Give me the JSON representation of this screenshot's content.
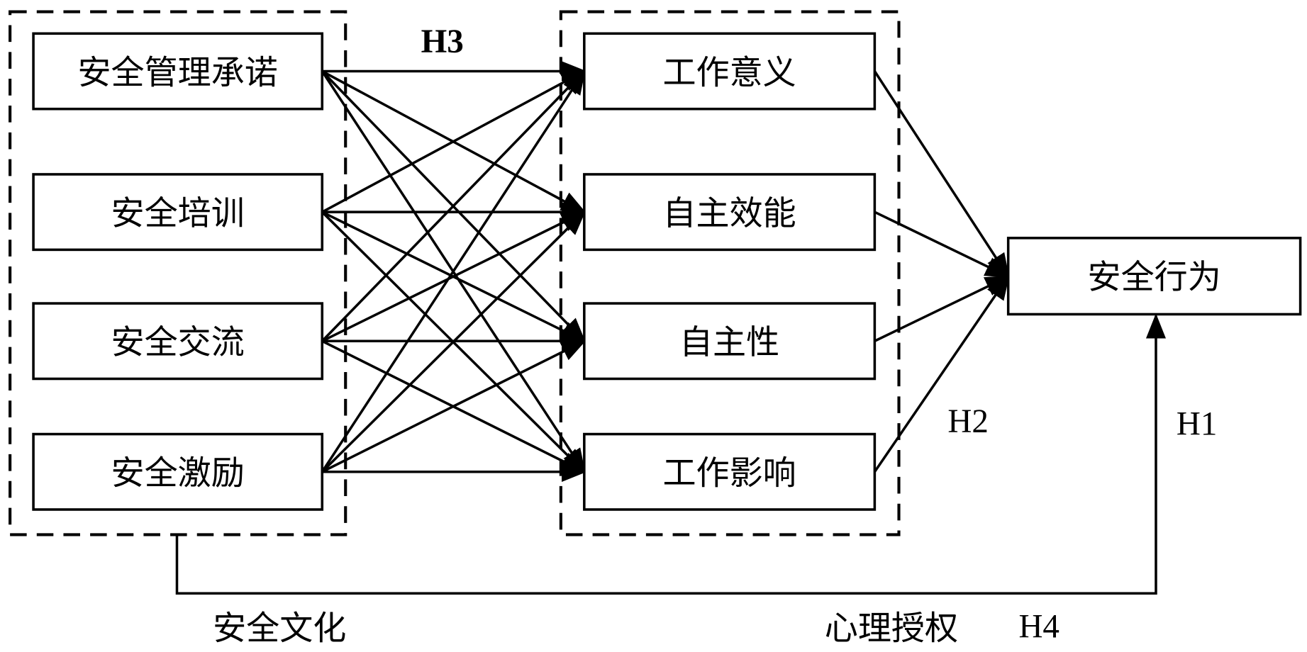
{
  "diagram": {
    "title": "",
    "groups": {
      "safety_culture": {
        "label": "安全文化"
      },
      "psychological_empowerment": {
        "label": "心理授权"
      }
    },
    "left_nodes": [
      {
        "label": "安全管理承诺"
      },
      {
        "label": "安全培训"
      },
      {
        "label": "安全交流"
      },
      {
        "label": "安全激励"
      }
    ],
    "right_nodes": [
      {
        "label": "工作意义"
      },
      {
        "label": "自主效能"
      },
      {
        "label": "自主性"
      },
      {
        "label": "工作影响"
      }
    ],
    "outcome_node": {
      "label": "安全行为"
    },
    "hypotheses": {
      "h1": "H1",
      "h2": "H2",
      "h3": "H3",
      "h4": "H4"
    },
    "edges": {
      "left_to_right": "all-to-all",
      "right_to_outcome": "all",
      "culture_to_outcome": "direct"
    }
  }
}
